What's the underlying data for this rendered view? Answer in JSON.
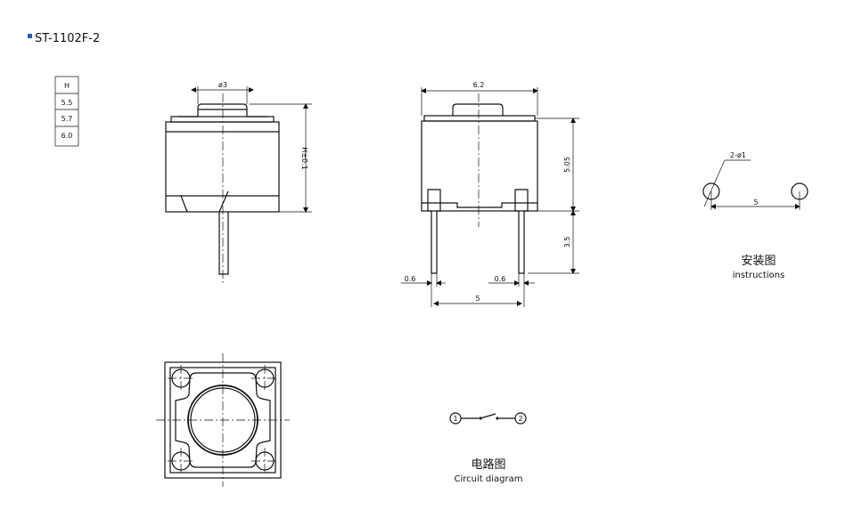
{
  "title": {
    "model": "ST-1102F-2",
    "accent_color": "#1f5fb0"
  },
  "height_table": {
    "header": "H",
    "rows": [
      "5.5",
      "5.7",
      "6.0"
    ]
  },
  "side_view": {
    "actuator_dia": "ø3",
    "height_dim": "H±0.1"
  },
  "front_view": {
    "width_dim": "6.2",
    "body_height_dim": "5.05",
    "lead_length_dim": "3.5",
    "lead_width_dim": "0.6",
    "pitch_dim": "5"
  },
  "installation": {
    "hole_dim": "2-ø1",
    "pitch_dim": "5",
    "title_cn": "安装图",
    "title_en": "instructions"
  },
  "circuit": {
    "terminal_1": "1",
    "terminal_2": "2",
    "title_cn": "电路图",
    "title_en": "Circuit diagram"
  }
}
